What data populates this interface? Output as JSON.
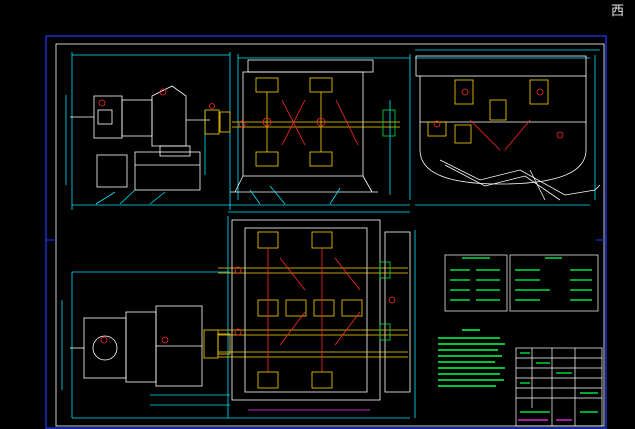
{
  "corner_glyph": "西",
  "colors": {
    "frame_blue": "#1f3cff",
    "cyan": "#00e5ff",
    "white": "#ffffff",
    "yellow": "#ffd400",
    "red": "#ff2a2a",
    "green": "#00e040",
    "magenta": "#ff33ff",
    "gray": "#9a9a9a"
  },
  "icons": [
    "drawing-frame",
    "elevation-view",
    "plan-view",
    "side-section-view",
    "parts-table",
    "technical-notes-block",
    "title-block"
  ]
}
